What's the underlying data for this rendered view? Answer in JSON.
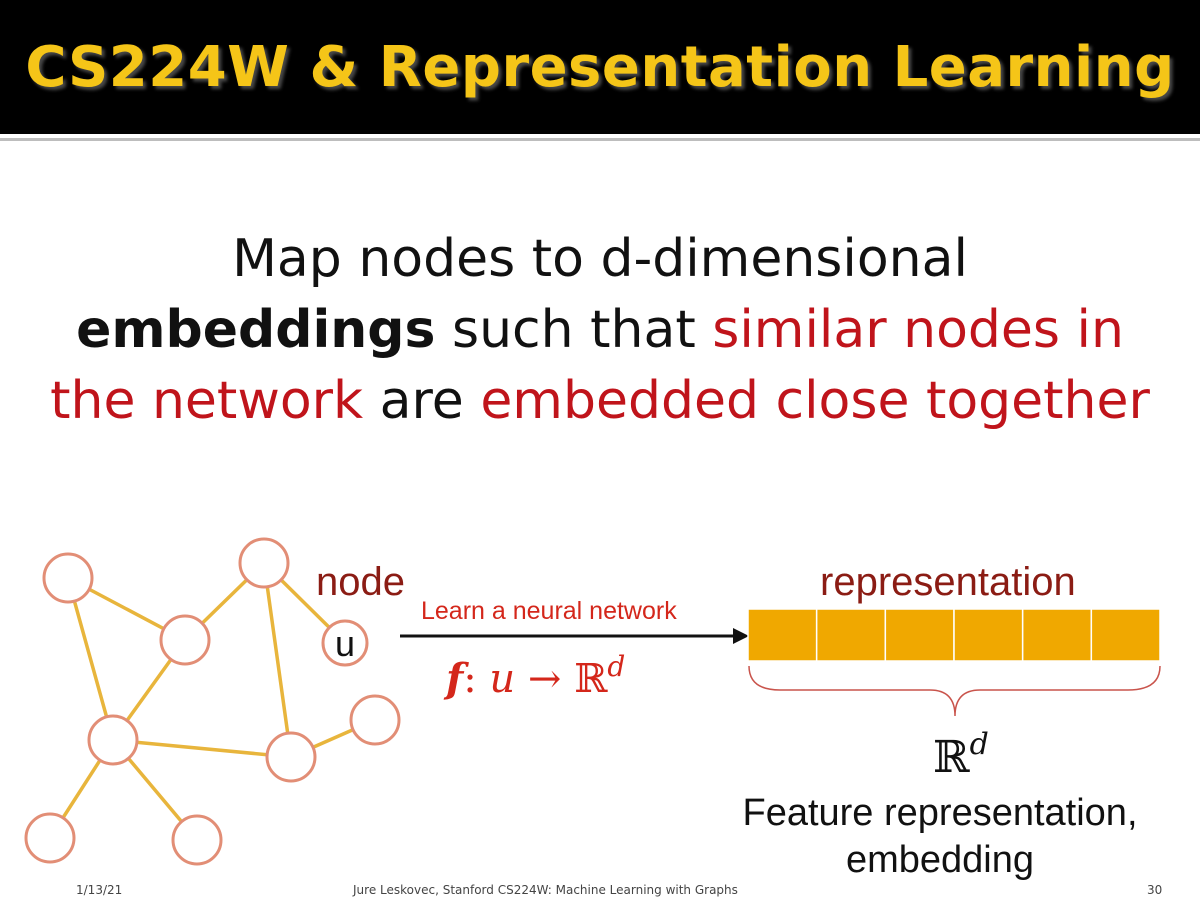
{
  "slide": {
    "title": "CS224W & Representation Learning",
    "statement": {
      "part1": "Map nodes to d-dimensional",
      "part2": "embeddings",
      "part3": " such that ",
      "part4": "similar nodes in the network",
      "part5": " are ",
      "part6": "embedded close together"
    }
  },
  "diagram": {
    "node_label": "node",
    "node_u": "u",
    "arrow_label": "Learn a neural network",
    "function": {
      "f": "f",
      "colon": ": ",
      "u": "u",
      "arrow": " → ",
      "R": "ℝ",
      "d": "d"
    },
    "representation_label": "representation",
    "representation_cells": 6,
    "rd": {
      "R": "ℝ",
      "d": "d"
    },
    "feature_label_line1": "Feature representation,",
    "feature_label_line2": "embedding"
  },
  "footer": {
    "date": "1/13/21",
    "credit": "Jure Leskovec, Stanford CS224W: Machine Learning with Graphs",
    "page": "30"
  },
  "colors": {
    "title_bg": "#000000",
    "title_text": "#f5c518",
    "accent_red": "#c0141b",
    "label_dark_red": "#8b1c14",
    "edge": "#e8b53c",
    "node_stroke": "#e28e76",
    "cell_fill": "#f0a800"
  }
}
